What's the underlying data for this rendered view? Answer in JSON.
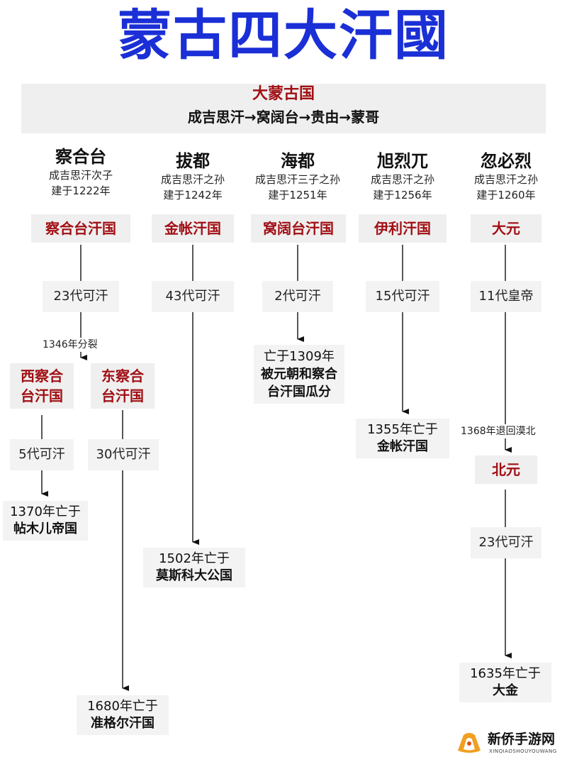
{
  "title": "蒙古四大汗國",
  "top": {
    "empire": "大蒙古国",
    "succession": "成吉思汗→窝阔台→贵由→蒙哥"
  },
  "columns": [
    {
      "founder": "察合台",
      "relation": "成吉思汗次子",
      "founded": "建于1222年",
      "khanate": "察合台汗国",
      "rulers": "23代可汗"
    },
    {
      "founder": "拔都",
      "relation": "成吉思汗之孙",
      "founded": "建于1242年",
      "khanate": "金帐汗国",
      "rulers": "43代可汗"
    },
    {
      "founder": "海都",
      "relation": "成吉思汗三子之孙",
      "founded": "建于1251年",
      "khanate": "窝阔台汗国",
      "rulers": "2代可汗"
    },
    {
      "founder": "旭烈兀",
      "relation": "成吉思汗之孙",
      "founded": "建于1256年",
      "khanate": "伊利汗国",
      "rulers": "15代可汗"
    },
    {
      "founder": "忽必烈",
      "relation": "成吉思汗之孙",
      "founded": "建于1260年",
      "khanate": "大元",
      "rulers": "11代皇帝"
    }
  ],
  "chagatai_split": {
    "label": "1346年分裂",
    "west": {
      "name_line1": "西察合",
      "name_line2": "台汗国",
      "rulers": "5代可汗",
      "end_line1": "1370年亡于",
      "end_line2": "帖木儿帝国"
    },
    "east": {
      "name_line1": "东察合",
      "name_line2": "台汗国",
      "rulers": "30代可汗",
      "end_line1": "1680年亡于",
      "end_line2": "准格尔汗国"
    }
  },
  "golden_horde_end": {
    "line1": "1502年亡于",
    "line2": "莫斯科大公国"
  },
  "ogedei_end": {
    "line1": "亡于1309年",
    "line2": "被元朝和察合",
    "line3": "台汗国瓜分"
  },
  "ilkhanate_end": {
    "line1": "1355年亡于",
    "line2": "金帐汗国"
  },
  "yuan": {
    "retreat_label": "1368年退回漠北",
    "northern_yuan": "北元",
    "rulers": "23代可汗",
    "end_line1": "1635年亡于",
    "end_line2": "大金"
  },
  "watermark": {
    "name": "新侨手游网",
    "sub": "XINQIAOSHOUYOUWANG"
  },
  "colors": {
    "title": "#1a2fd6",
    "khanate": "#a10f14",
    "panel": "#efefef"
  }
}
